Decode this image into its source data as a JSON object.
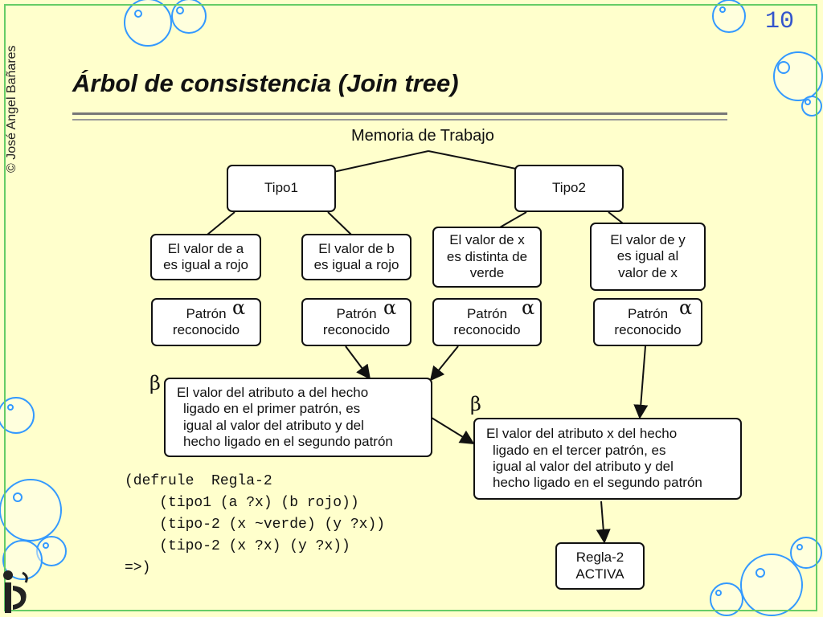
{
  "slide": {
    "number": "10",
    "copyright": "© José Angel Bañares",
    "title": "Árbol de consistencia (Join tree)"
  },
  "diagram": {
    "memoria_label": "Memoria de Trabajo",
    "tipo1": "Tipo1",
    "tipo2": "Tipo2",
    "cond_a": [
      "El  valor de a",
      "es igual a rojo"
    ],
    "cond_b": [
      "El  valor de b",
      "es igual a rojo"
    ],
    "cond_x": [
      "El  valor de x",
      "es distinta de",
      "verde"
    ],
    "cond_y": [
      "El  valor de y",
      "es igual al",
      "valor de x"
    ],
    "patron": [
      "Patrón",
      "reconocido"
    ],
    "alpha": "α",
    "beta": "β",
    "beta1": [
      "El valor del atributo a del hecho",
      "ligado  en el primer patrón, es",
      "igual al valor del atributo y  del",
      "hecho ligado en el segundo patrón"
    ],
    "beta2": [
      "El valor del atributo x del hecho",
      "ligado  en el tercer patrón, es",
      "igual al valor del atributo y  del",
      "hecho ligado en el segundo patrón"
    ],
    "regla": [
      "Regla-2",
      "ACTIVA"
    ]
  },
  "code": [
    "(defrule  Regla-2",
    "    (tipo1 (a ?x) (b rojo))",
    "    (tipo-2 (x ~verde) (y ?x))",
    "    (tipo-2 (x ?x) (y ?x))",
    "=>)"
  ],
  "colors": {
    "background": "#ffffcc",
    "frame": "#66cc66",
    "bubble": "#3399ff",
    "slide_number": "#3355cc"
  }
}
